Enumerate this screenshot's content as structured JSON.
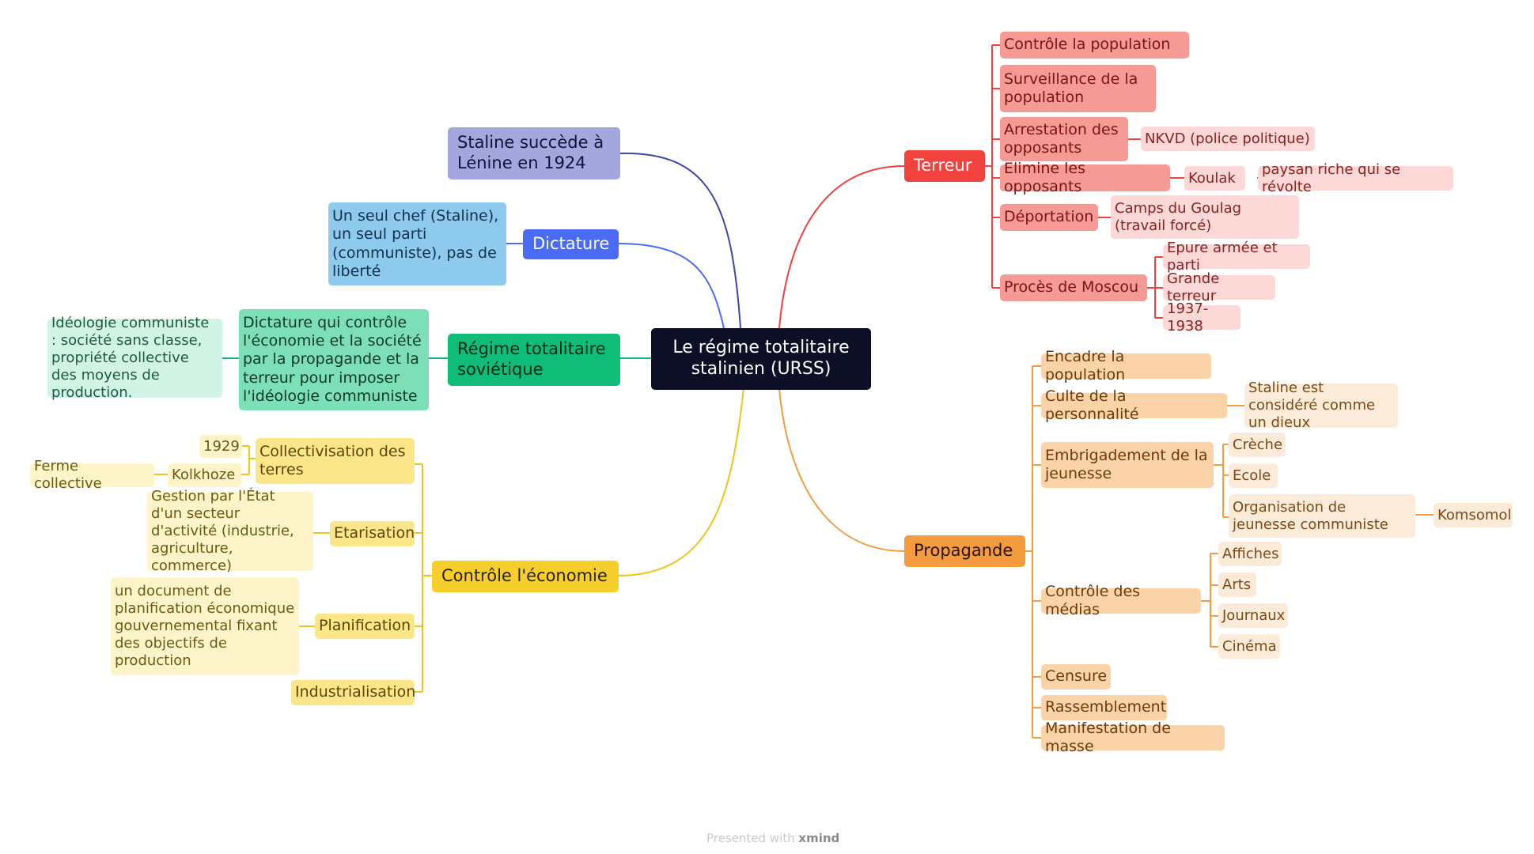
{
  "root": {
    "text": "Le régime totalitaire stalinien (URSS)"
  },
  "colors": {
    "root_bg": "#0d0f26",
    "staline": "#a3a7dd",
    "dictature": "#4a6cf5",
    "dict_note": "#8ec9ee",
    "regime": "#0fbd78",
    "regime_note": "#7ddfb7",
    "regime_note2": "#d2f4e6",
    "economie": "#f6cf2c",
    "eco_sub": "#fbe789",
    "eco_leaf": "#fdf4c9",
    "terreur": "#f2423e",
    "terreur_sub": "#f69a96",
    "terreur_leaf": "#fcd8d6",
    "propagande": "#f49b40",
    "prop_sub": "#fbd3a9",
    "prop_leaf": "#fdebd9"
  },
  "left": {
    "staline": "Staline succède à Lénine en 1924",
    "dictature": {
      "label": "Dictature",
      "note": "Un seul chef (Staline), un seul parti (communiste), pas de liberté"
    },
    "regime": {
      "label": "Régime totalitaire soviétique",
      "note": "Dictature qui contrôle l'économie et la société par la propagande et la terreur pour imposer l'idéologie communiste",
      "note2": "Idéologie communiste : société sans classe, propriété collective des moyens de production."
    },
    "economie": {
      "label": "Contrôle l'économie",
      "collectivisation": {
        "label": "Collectivisation des terres",
        "year": "1929",
        "kolkhoze": "Kolkhoze",
        "ferme": "Ferme collective"
      },
      "etatisation": {
        "label": "Etarisation",
        "note": "Gestion par l'État d'un secteur d'activité (industrie, agriculture, commerce)"
      },
      "planification": {
        "label": "Planification",
        "note": "un document de planification économique gouvernemental fixant des objectifs de production"
      },
      "industrialisation": "Industrialisation"
    }
  },
  "right": {
    "terreur": {
      "label": "Terreur",
      "controle": "Contrôle la population",
      "surveillance": "Surveillance de la population",
      "arrestation": {
        "label": "Arrestation des opposants",
        "nkvd": "NKVD (police politique)"
      },
      "elimine": {
        "label": "Elimine les opposants",
        "koulak": "Koulak",
        "paysan": "paysan riche qui se révolte"
      },
      "deportation": {
        "label": "Déportation",
        "camps": "Camps du Goulag (travail forcé)"
      },
      "proces": {
        "label": "Procès de Moscou",
        "epure": "Epure armée et parti",
        "grande": "Grande terreur",
        "dates": "1937-1938"
      }
    },
    "propagande": {
      "label": "Propagande",
      "encadre": "Encadre la population",
      "culte": {
        "label": "Culte de la personnalité",
        "note": "Staline est considéré comme un dieux"
      },
      "jeunesse": {
        "label": "Embrigadement de la jeunesse",
        "creche": "Crèche",
        "ecole": "Ecole",
        "organisation": "Organisation de jeunesse communiste",
        "komsomol": "Komsomol"
      },
      "medias": {
        "label": "Contrôle des médias",
        "affiches": "Affiches",
        "arts": "Arts",
        "journaux": "Journaux",
        "cinema": "Cinéma"
      },
      "censure": "Censure",
      "rassemblement": "Rassemblement",
      "manifestation": "Manifestation de masse"
    }
  },
  "footer": {
    "prefix": "Presented with",
    "brand": "xmind"
  }
}
